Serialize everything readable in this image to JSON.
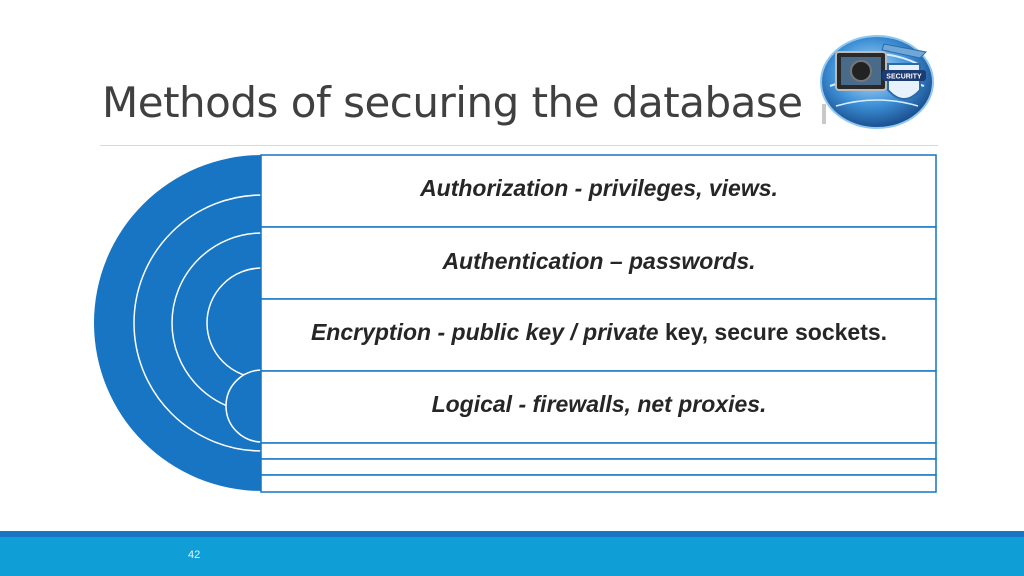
{
  "slide": {
    "title": "Methods of securing the database",
    "page_number": "42"
  },
  "items": [
    {
      "italic": "Authorization - privileges, views.",
      "normal": ""
    },
    {
      "italic": "Authentication – passwords.",
      "normal": ""
    },
    {
      "italic": "Encryption - public key / private",
      "normal": " key, secure sockets."
    },
    {
      "italic": "Logical - firewalls, net proxies.",
      "normal": ""
    }
  ],
  "logo": {
    "text": "SECURITY",
    "icon": "security-shield-icon"
  },
  "colors": {
    "accent": "#1775c4",
    "footer": "#0f9ed5",
    "title": "#404040",
    "text": "#262626"
  }
}
